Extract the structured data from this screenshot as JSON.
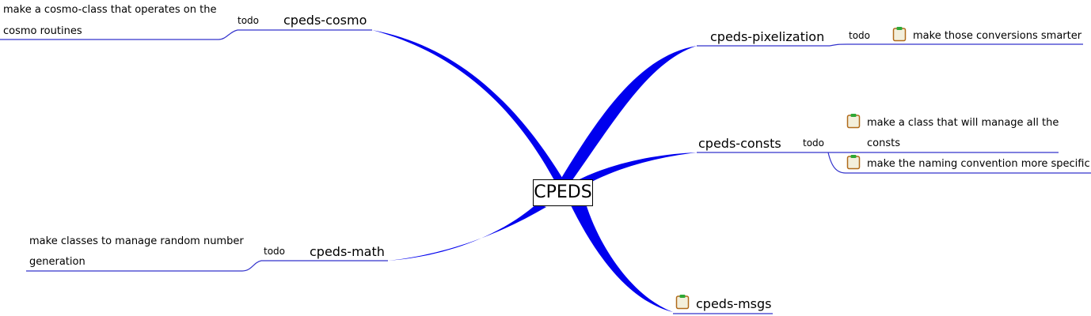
{
  "root": {
    "label": "CPEDS"
  },
  "branches": {
    "cosmo": {
      "label": "cpeds-cosmo",
      "todo": "todo",
      "notes": [
        {
          "line1": "make a cosmo-class that operates on the",
          "line2": "cosmo routines"
        }
      ]
    },
    "math": {
      "label": "cpeds-math",
      "todo": "todo",
      "notes": [
        {
          "line1": "make classes to manage random number",
          "line2": "generation"
        }
      ]
    },
    "pixelization": {
      "label": "cpeds-pixelization",
      "todo": "todo",
      "notes": [
        {
          "line1": "make those conversions smarter"
        }
      ]
    },
    "consts": {
      "label": "cpeds-consts",
      "todo": "todo",
      "notes": [
        {
          "line1": "make a class that will manage all the",
          "line2": "consts"
        },
        {
          "line1": "make the naming convention more specific"
        }
      ]
    },
    "msgs": {
      "label": "cpeds-msgs"
    }
  },
  "colors": {
    "branch": "#0000ee",
    "leaf_line": "#3333cc",
    "note_icon_border": "#b06a1a",
    "note_icon_fill": "#f3efdc",
    "note_icon_clip": "#2ea836"
  },
  "icons": {
    "note": "clipboard-note-icon"
  }
}
